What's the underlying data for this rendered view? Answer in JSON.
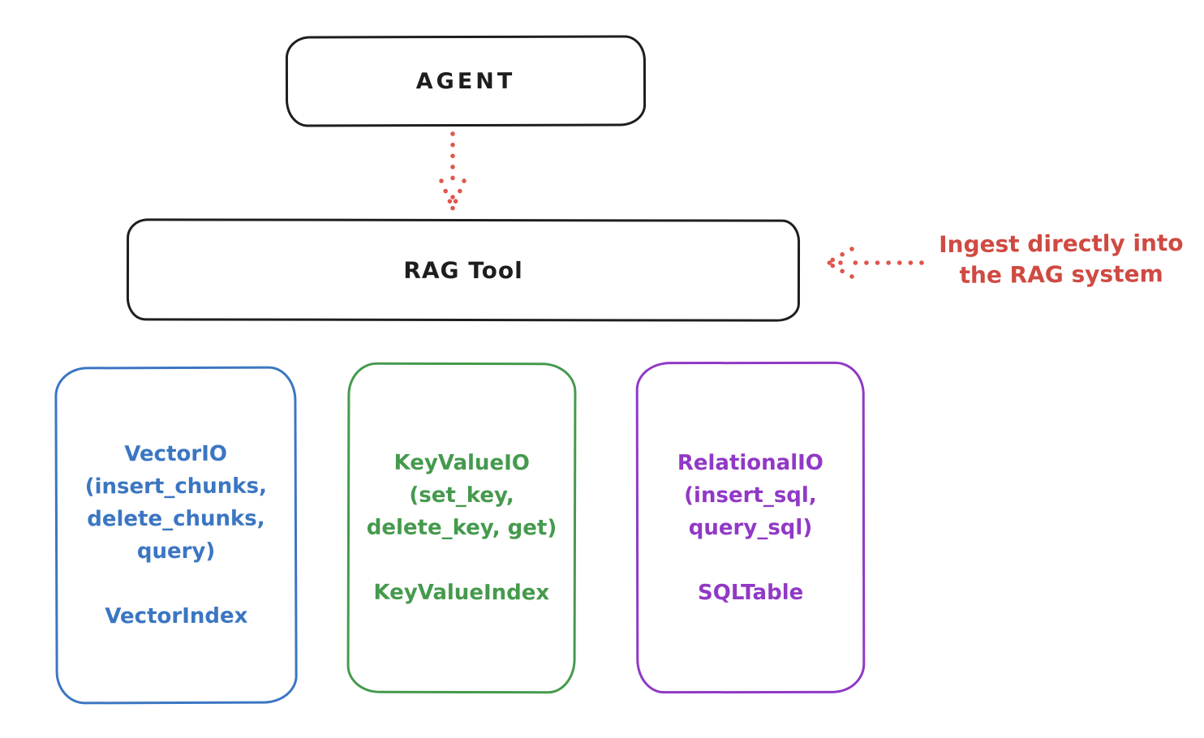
{
  "diagram": {
    "title_implicit": "RAG Tool architecture sketch",
    "agent": {
      "label": "AGENT"
    },
    "rag_tool": {
      "label": "RAG Tool"
    },
    "annotation": {
      "text": "Ingest directly into\nthe RAG system"
    },
    "colors": {
      "ink": "#1e1e1e",
      "red": "#e0564c",
      "red_text": "#cf4a42",
      "blue": "#3b76c2",
      "green": "#459a4d",
      "purple": "#9139c6",
      "background": "#ffffff"
    },
    "io_boxes": [
      {
        "id": "vector-io",
        "color": "#3b76c2",
        "interface": "VectorIO\n(insert_chunks,\ndelete_chunks,\nquery)",
        "index": "VectorIndex"
      },
      {
        "id": "keyvalue-io",
        "color": "#459a4d",
        "interface": "KeyValueIO\n(set_key,\ndelete_key, get)",
        "index": "KeyValueIndex"
      },
      {
        "id": "relational-io",
        "color": "#9139c6",
        "interface": "RelationalIO\n(insert_sql,\nquery_sql)",
        "index": "SQLTable"
      }
    ]
  }
}
